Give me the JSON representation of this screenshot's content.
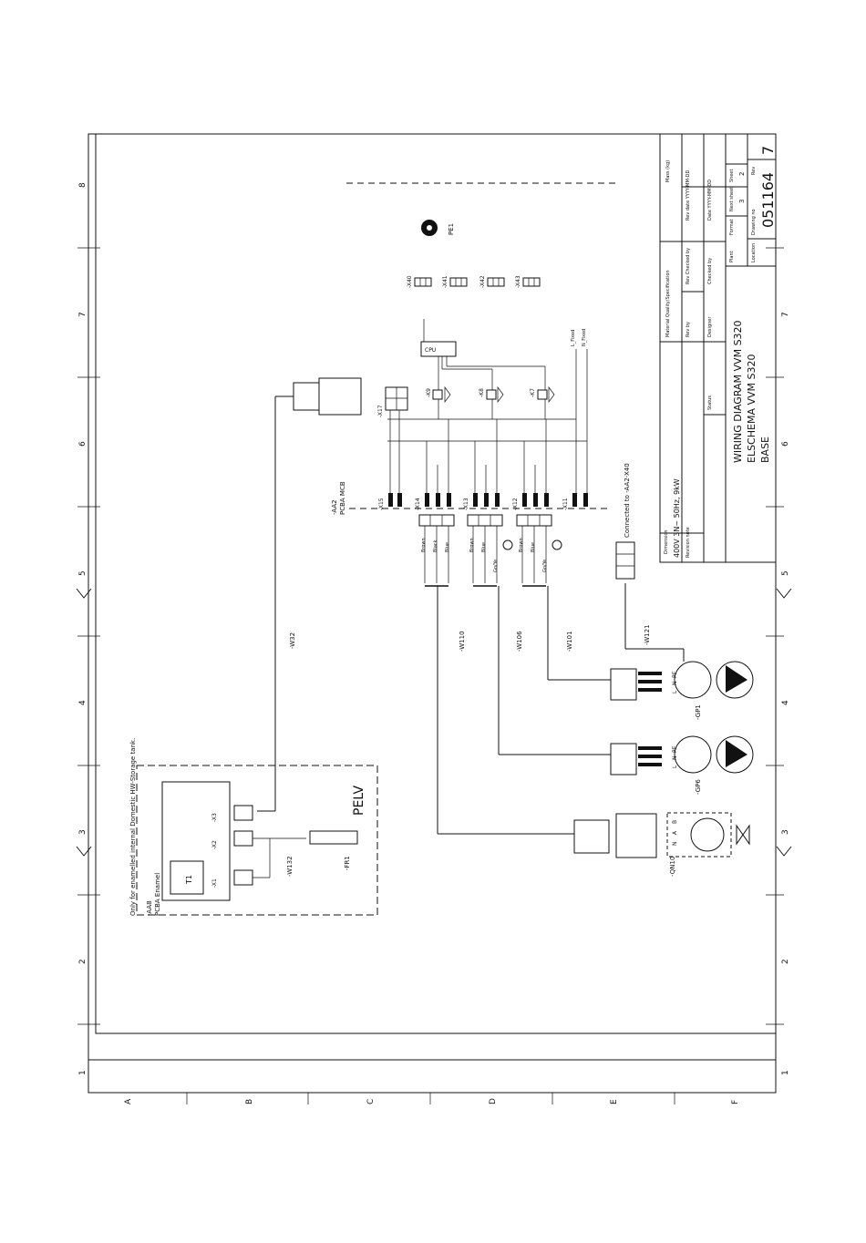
{
  "border": {
    "col_numbers": [
      "1",
      "2",
      "3",
      "4",
      "5",
      "6",
      "7",
      "8"
    ],
    "row_letters": [
      "A",
      "B",
      "C",
      "D",
      "E",
      "F"
    ]
  },
  "title_block": {
    "title_line1": "WIRING DIAGRAM VVM S320",
    "title_line2": "ELSCHEMA VVM S320",
    "title_line3": "BASE",
    "drawing_no": "051164",
    "rev": "7",
    "mass_label": "Mass (kg)",
    "material_label": "Material Quality/Specification",
    "dimension_label": "Dimension",
    "dimension_value": "400V 3N~ 50Hz, 9kW",
    "revision_note_label": "Revision note",
    "rev_by_label": "Rev by",
    "rev_checked_label": "Rev Checked by",
    "rev_date_label": "Rev date YYYY-MM-DD",
    "status_label": "Status",
    "designer_label": "Designer",
    "checked_label": "Checked by",
    "date_label": "Date YYYY-MM-DD",
    "plant_label": "Plant",
    "format_label": "Format",
    "format_value": "",
    "next_sheet_label": "Next sheet",
    "next_sheet_value": "3",
    "sheet_label": "Sheet",
    "sheet_value": "2",
    "location_label": "Location",
    "drawing_no_label": "Drawing no",
    "rev_label": "Rev"
  },
  "components": {
    "pe1": "PE1",
    "aa2": "-AA2",
    "aa2_desc": "PCBA MCB",
    "x15": "-X15",
    "x14": "-X14",
    "x13": "-X13",
    "x12": "-X12",
    "x11": "-X11",
    "x17": "-X17",
    "x40": "-X40",
    "x41": "-X41",
    "x42": "-X42",
    "x43": "-X43",
    "k9": "-K9",
    "k8": "-K8",
    "k7": "-K7",
    "cpu": "CPU",
    "l_fixed": "L_Fixed",
    "n_fixed": "N_Fixed",
    "w32": "-W32",
    "w110": "-W110",
    "w106": "-W106",
    "w101": "-W101",
    "w121": "-W121",
    "w132": "-W132",
    "connected_to": "Connected to -AA2-X40",
    "gp1": "-GP1",
    "gp6": "-GP6",
    "qn10": "-QN10",
    "fr1": "-FR1",
    "aa8": "-AA8",
    "aa8_desc": "PCBA Enamel",
    "aa8_note": "Only for enamelled internal Domestic HW-Storage tank.",
    "t1": "T1",
    "x1": "-X1",
    "x2": "-X2",
    "x3": "-X3",
    "pelv": "PELV"
  },
  "wire_colors": {
    "brown": "Brown",
    "black": "Black",
    "blue": "Blue",
    "gn_ye": "Gn/Ye"
  },
  "terminal_labels": {
    "l": "L",
    "n": "N",
    "pe": "PE",
    "b": "B",
    "a": "A"
  }
}
